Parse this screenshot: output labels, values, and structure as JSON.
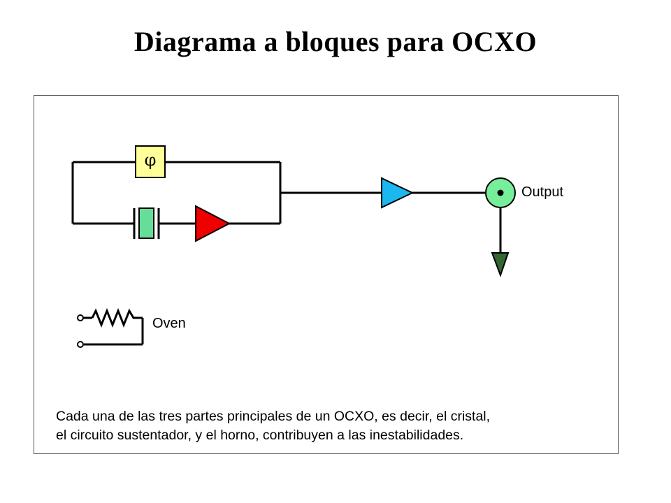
{
  "title": "Diagrama a bloques para OCXO",
  "phase_symbol": "φ",
  "labels": {
    "output": "Output",
    "oven": "Oven"
  },
  "caption": {
    "line1": "Cada una de las tres partes principales de un OCXO, es decir, el cristal,",
    "line2": "el circuito sustentador, y el horno, contribuyen a las inestabilidades."
  },
  "colors": {
    "phase_block": "#ffff99",
    "crystal": "#66dd99",
    "sustaining_amplifier": "#ee0000",
    "buffer_amplifier": "#1ab8ee",
    "output_node": "#77ee99",
    "ground_arrow": "#336633"
  }
}
